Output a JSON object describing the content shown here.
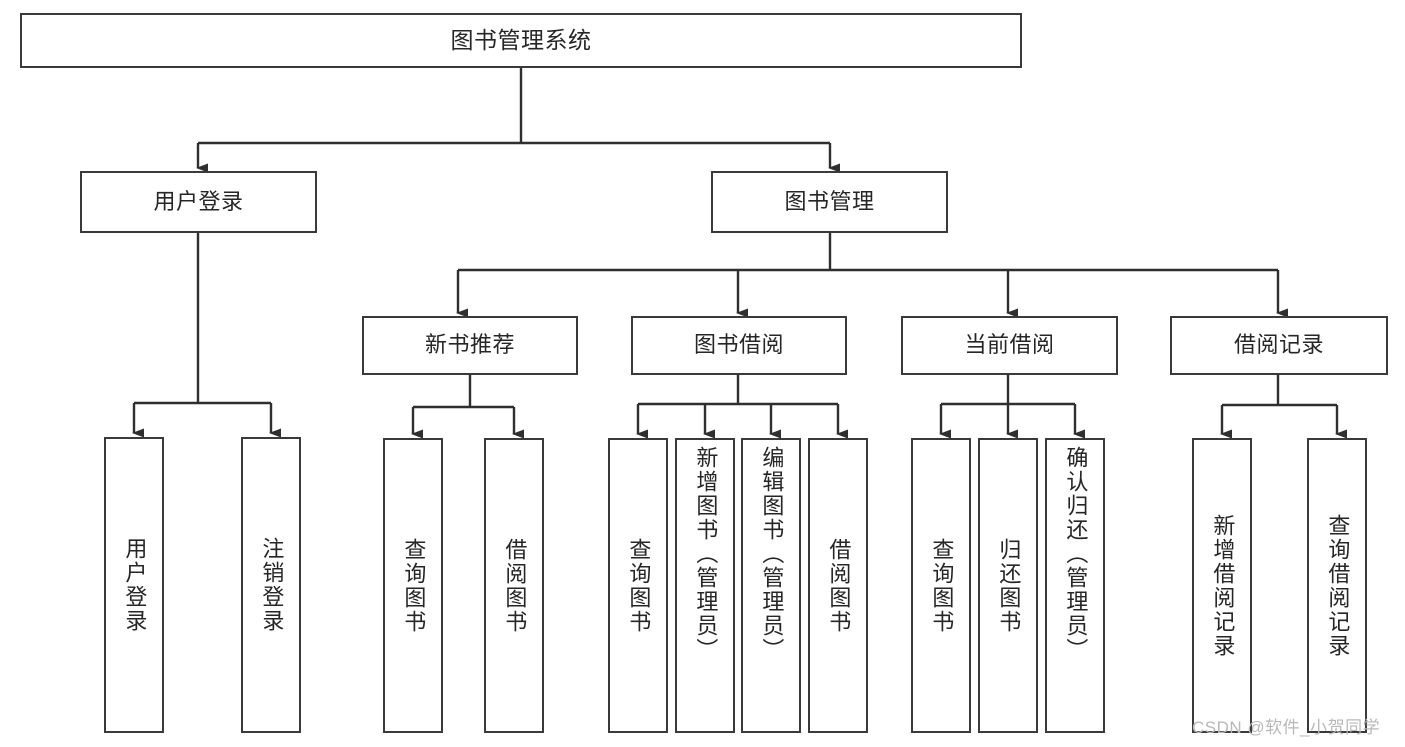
{
  "diagram": {
    "title": "图书管理系统",
    "type": "tree",
    "watermark": "CSDN @软件_小贺同学",
    "colors": {
      "box_border": "#3a3a3a",
      "box_fill": "#ffffff",
      "edge": "#2f2f2f",
      "text": "#262626",
      "watermark": "#b9b9b9",
      "background": "#ffffff"
    },
    "levels": {
      "root": [
        "图书管理系统"
      ],
      "level2": [
        "用户登录",
        "图书管理"
      ],
      "level3": [
        "新书推荐",
        "图书借阅",
        "当前借阅",
        "借阅记录"
      ],
      "leaves": [
        "用户登录",
        "注销登录",
        "查询图书",
        "借阅图书",
        "查询图书",
        "新增图书（管理员）",
        "编辑图书（管理员）",
        "借阅图书",
        "查询图书",
        "归还图书",
        "确认归还（管理员）",
        "新增借阅记录",
        "查询借阅记录"
      ]
    },
    "nodes": {
      "root": {
        "label": "图书管理系统"
      },
      "user_login": {
        "label": "用户登录"
      },
      "book_manage": {
        "label": "图书管理"
      },
      "new_book_rec": {
        "label": "新书推荐"
      },
      "book_borrow": {
        "label": "图书借阅"
      },
      "current_borrow": {
        "label": "当前借阅"
      },
      "borrow_record": {
        "label": "借阅记录"
      },
      "leaf_user_login": {
        "label": "用户登录"
      },
      "leaf_logout": {
        "label": "注销登录"
      },
      "leaf_query_book_a": {
        "label": "查询图书"
      },
      "leaf_borrow_book_a": {
        "label": "借阅图书"
      },
      "leaf_query_book_b": {
        "label": "查询图书"
      },
      "leaf_add_book": {
        "label": "新增图书（管理员）"
      },
      "leaf_edit_book": {
        "label": "编辑图书（管理员）"
      },
      "leaf_borrow_book_b": {
        "label": "借阅图书"
      },
      "leaf_query_book_c": {
        "label": "查询图书"
      },
      "leaf_return_book": {
        "label": "归还图书"
      },
      "leaf_confirm_return": {
        "label": "确认归还（管理员）"
      },
      "leaf_add_record": {
        "label": "新增借阅记录"
      },
      "leaf_query_record": {
        "label": "查询借阅记录"
      }
    }
  }
}
